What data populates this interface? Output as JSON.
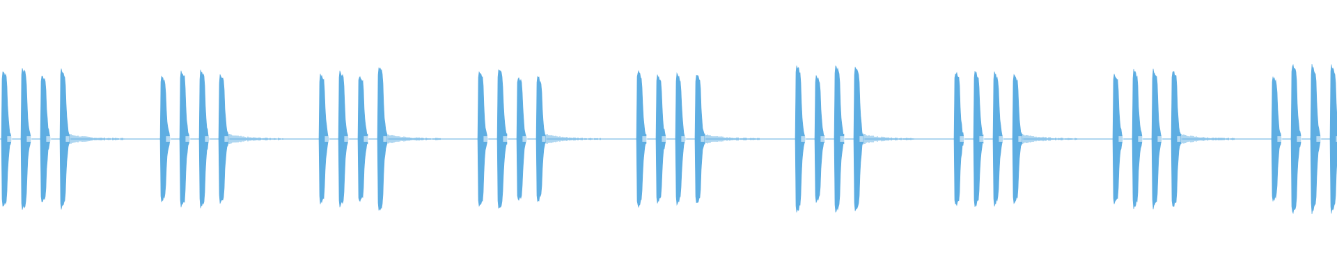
{
  "waveform": {
    "color": "#5dade2",
    "background": "#ffffff",
    "groups": 9,
    "pulses_per_group": 4,
    "baseline_amplitude": 0.01
  }
}
